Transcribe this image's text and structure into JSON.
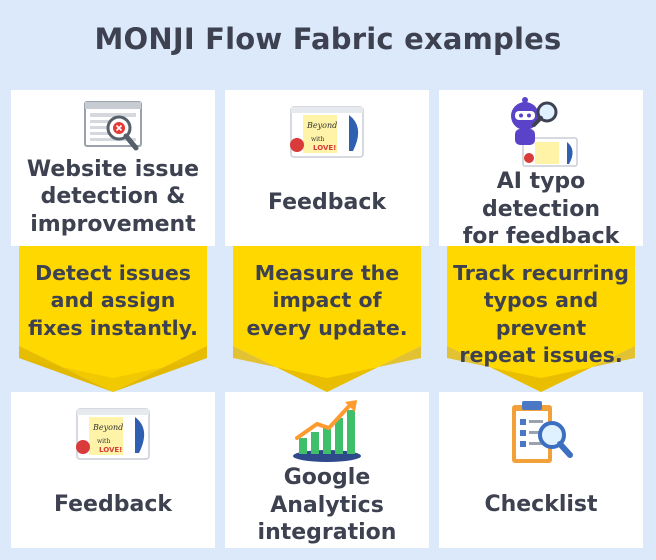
{
  "title": "MONJI Flow Fabric examples",
  "columns": [
    {
      "top": {
        "label": "Website issue\ndetection &\nimprovement",
        "icon": "website-issue-icon"
      },
      "arrow": "Detect issues\nand assign\nfixes instantly.",
      "bottom": {
        "label": "Feedback",
        "icon": "feedback-icon"
      }
    },
    {
      "top": {
        "label": "Feedback",
        "icon": "feedback-icon"
      },
      "arrow": "Measure the\nimpact of\nevery update.",
      "bottom": {
        "label": "Google Analytics\nintegration",
        "icon": "analytics-chart-icon"
      }
    },
    {
      "top": {
        "label": "AI typo detection\nfor feedback",
        "icon": "robot-magnifier-icon"
      },
      "arrow": "Track recurring\ntypos and prevent\nrepeat issues.",
      "bottom": {
        "label": "Checklist",
        "icon": "checklist-icon"
      }
    }
  ],
  "thumbnail_text": {
    "beyond": "Beyond",
    "with": "with",
    "love": "LOVE!"
  },
  "colors": {
    "background": "#dce9fb",
    "arrow": "#ffd800",
    "arrow_shadow": "#e3b800",
    "text": "#3d4150",
    "card": "#ffffff"
  }
}
